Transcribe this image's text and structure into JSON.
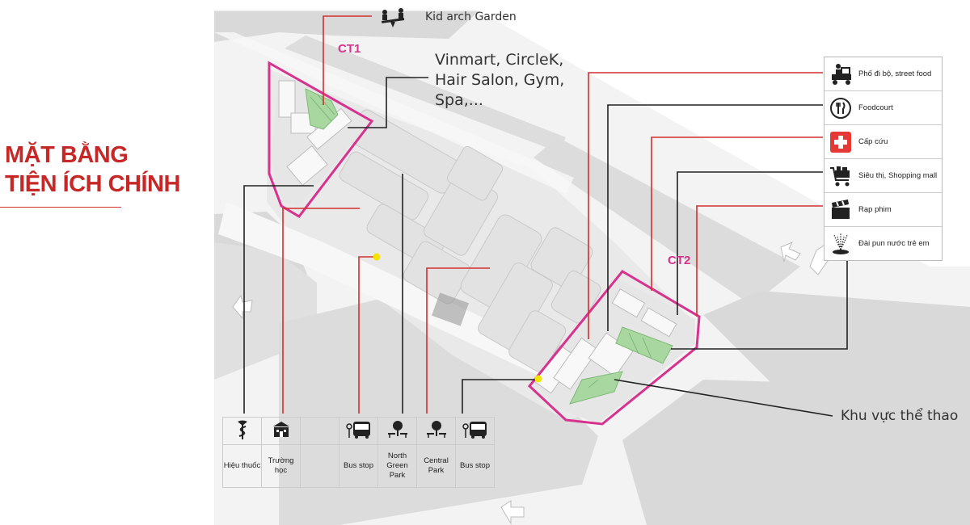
{
  "title": {
    "line1": "MẶT BẰNG",
    "line2": "TIỆN ÍCH CHÍNH"
  },
  "labels": {
    "ct1": "CT1",
    "ct2": "CT2",
    "kid_garden": "Kid arch Garden",
    "shops_line1": "Vinmart, CircleK,",
    "shops_line2": "Hair Salon, Gym,",
    "shops_line3": "Spa,...",
    "sports": "Khu vực thể thao"
  },
  "legend": [
    {
      "icon": "food-cart-icon",
      "label": "Phố đi bộ, street food"
    },
    {
      "icon": "fork-knife-icon",
      "label": "Foodcourt"
    },
    {
      "icon": "first-aid-icon",
      "label": "Cấp cứu"
    },
    {
      "icon": "shopping-cart-icon",
      "label": "Siêu thị, Shopping mall"
    },
    {
      "icon": "clapperboard-icon",
      "label": "Rạp phim"
    },
    {
      "icon": "fountain-icon",
      "label": "Đài pun nước trẻ em"
    }
  ],
  "bottom_table": [
    {
      "icon": "pharmacy-icon",
      "line1": "Hiệu thuốc",
      "line2": "",
      "line3": ""
    },
    {
      "icon": "school-icon",
      "line1": "Trường",
      "line2": "học",
      "line3": ""
    },
    {
      "icon": "",
      "line1": "",
      "line2": "",
      "line3": ""
    },
    {
      "icon": "bus-icon",
      "line1": "Bus stop",
      "line2": "",
      "line3": ""
    },
    {
      "icon": "park-icon",
      "line1": "North",
      "line2": "Green",
      "line3": "Park"
    },
    {
      "icon": "park-icon",
      "line1": "Central",
      "line2": "Park",
      "line3": ""
    },
    {
      "icon": "bus-icon",
      "line1": "Bus stop",
      "line2": "",
      "line3": ""
    }
  ],
  "colors": {
    "title": "#c62828",
    "callout_red": "#d32f2f",
    "callout_black": "#222222",
    "tower_outline": "#d6328e",
    "green_area": "#a8d8a0",
    "block_fill": "#e3e3e3",
    "road": "#f4f4f4",
    "marker": "#f2e400"
  }
}
